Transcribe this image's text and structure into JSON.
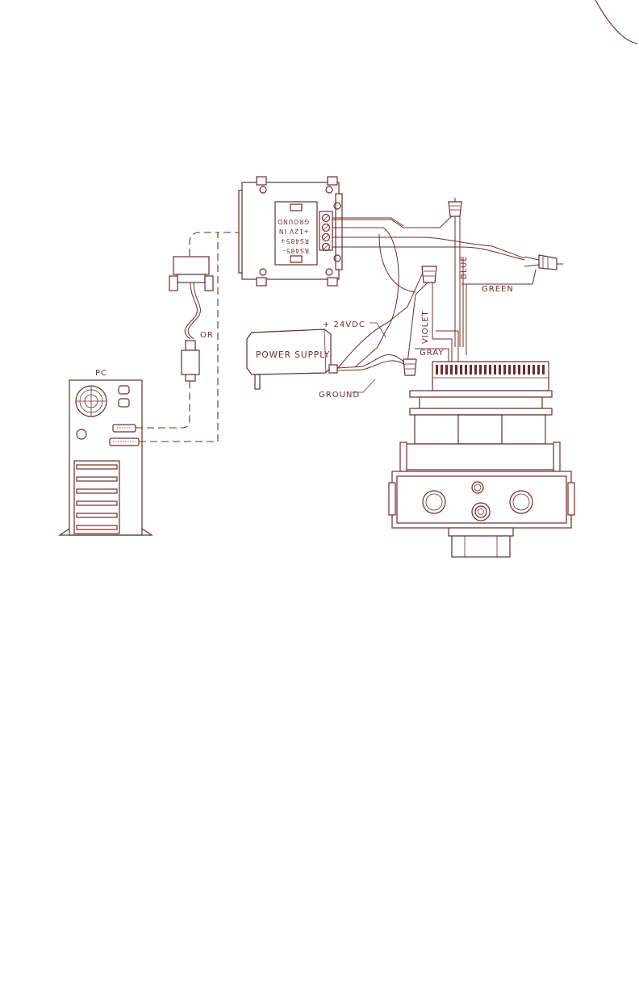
{
  "diagram": {
    "ink_color": "#6b2d2a",
    "labels": {
      "pc": "PC",
      "or": "OR",
      "power_supply": "POWER SUPPLY",
      "plus_24vdc": "+ 24VDC",
      "ground": "GROUND",
      "violet": "VIOLET",
      "gray": "GRAY",
      "blue": "BLUE",
      "green": "GREEN"
    },
    "converter_terminals": [
      "GROUND",
      "+12V IN",
      "RS485+",
      "RS485-"
    ],
    "pc_ports": [
      "serial-port",
      "parallel-port"
    ]
  }
}
